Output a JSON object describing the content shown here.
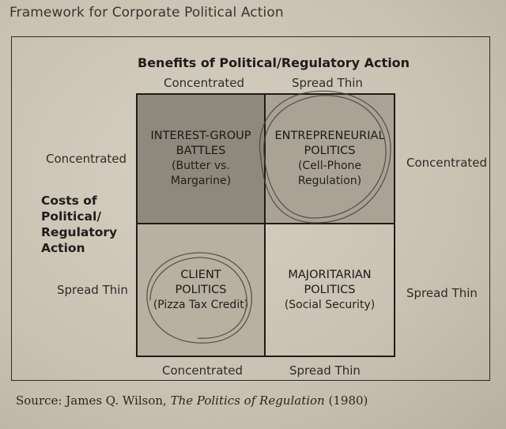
{
  "figure_title": "Framework for Corporate Political Action",
  "benefits_title": "Benefits of Political/Regulatory Action",
  "col_labels": {
    "top_left": "Concentrated",
    "top_right": "Spread Thin",
    "bottom_left": "Concentrated",
    "bottom_right": "Spread Thin"
  },
  "row_labels": {
    "left_top": "Concentrated",
    "left_bottom": "Spread Thin",
    "right_top": "Concentrated",
    "right_bottom": "Spread Thin"
  },
  "costs_title": "Costs of\nPolitical/\nRegulatory\nAction",
  "cells": {
    "top_left": {
      "name": "INTEREST-GROUP\nBATTLES",
      "example": "(Butter vs.\nMargarine)"
    },
    "top_right": {
      "name": "ENTREPRENEURIAL\nPOLITICS",
      "example": "(Cell-Phone\nRegulation)"
    },
    "bottom_left": {
      "name": "CLIENT\nPOLITICS",
      "example": "(Pizza Tax Credit)"
    },
    "bottom_right": {
      "name": "MAJORITARIAN\nPOLITICS",
      "example": "(Social Security)"
    }
  },
  "source": {
    "prefix": "Source:",
    "author": "James Q. Wilson,",
    "work": "The Politics of Regulation",
    "year": "(1980)"
  },
  "colors": {
    "quadrant_tl": "#8f887c",
    "quadrant_tr": "#aaa395",
    "quadrant_bl": "#b8b0a1",
    "ink": "#4a4540"
  }
}
